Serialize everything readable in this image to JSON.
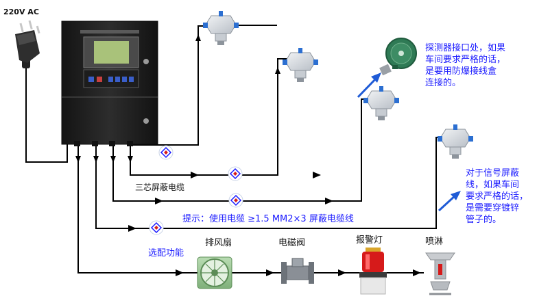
{
  "power": {
    "label": "220V AC"
  },
  "cable": {
    "label": "三芯屏蔽电缆"
  },
  "tip": {
    "label": "提示：使用电缆 ≥1.5 MM2×3 屏蔽电缆线"
  },
  "optional": {
    "label": "选配功能"
  },
  "devices": {
    "fan": "排风扇",
    "valve": "电磁阀",
    "light": "报警灯",
    "sprinkler": "喷淋"
  },
  "notes": {
    "junction_box": [
      "探测器接口处，如果",
      "车间要求严格的话，",
      "是要用防爆接线盒",
      "连接的。"
    ],
    "conduit": [
      "对于信号屏蔽",
      "线，如果车间",
      "要求严格的话，",
      "是需要穿镀锌",
      "管子的。"
    ]
  },
  "colors": {
    "wire": "#000000",
    "accent_blue": "#1a1aff",
    "arrow_blue": "#1f5bd6",
    "controller": "#222222",
    "detector_body": "#d9dde2",
    "detector_tab": "#2c6fd1",
    "junction_box": "#2f7a55",
    "fan_green": "#9fc99a",
    "valve_gray": "#8a8f96",
    "alarm_red": "#d61a1a"
  }
}
